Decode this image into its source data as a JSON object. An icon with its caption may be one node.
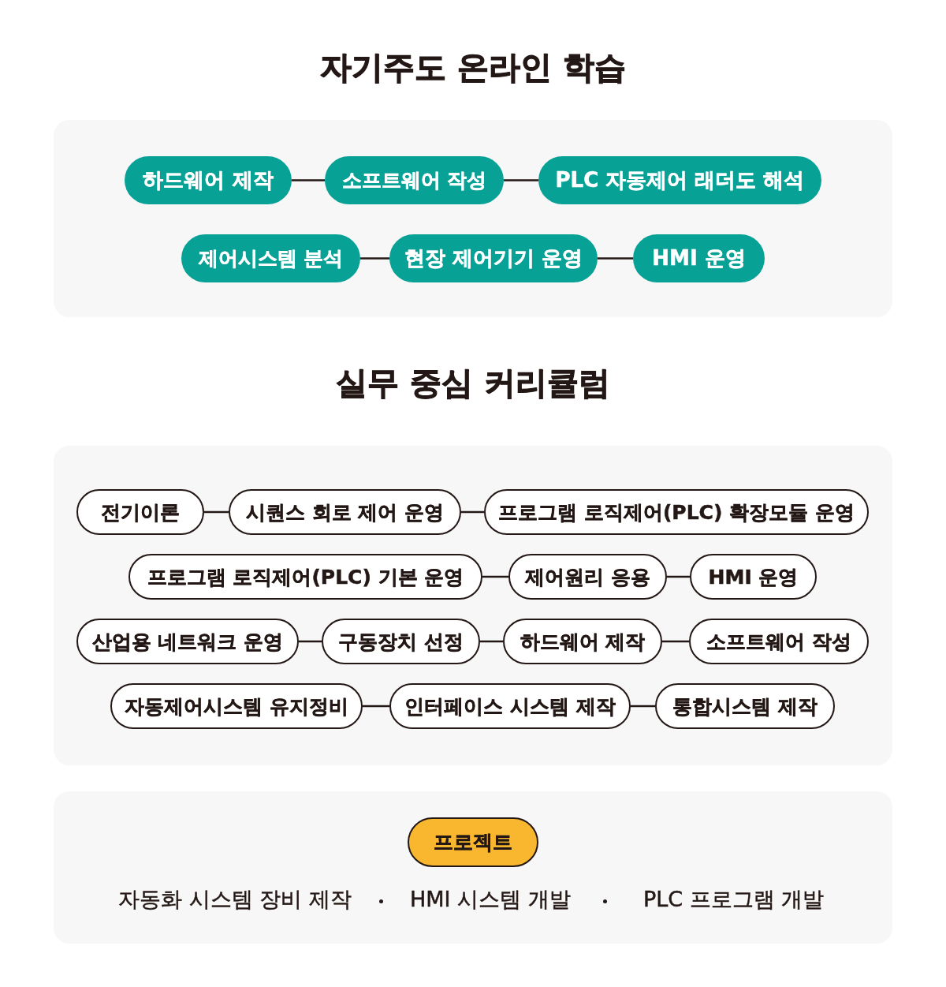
{
  "diagram": {
    "nodes": [
      {
        "text": [
          "자기주도 온라인 학습"
        ]
      },
      {
        "text": [
          "하드웨어 제작"
        ],
        "in": 0
      },
      {
        "text": [
          "소프트웨어 작성"
        ],
        "in": 0
      },
      {
        "text": [
          "PLC 자동제어 래더도 해석"
        ],
        "in": 0
      },
      {
        "text": [
          "제어시스템 분석"
        ],
        "in": 0
      },
      {
        "text": [
          "현장 제어기기 운영"
        ],
        "in": 0
      },
      {
        "text": [
          "HMI 운영"
        ],
        "in": 0
      },
      {
        "text": [
          "실무 중심 커리큘럼"
        ]
      },
      {
        "text": [
          "전기이론"
        ],
        "in": 7
      },
      {
        "text": [
          "시퀀스 회로 제어 운영"
        ],
        "in": 7
      },
      {
        "text": [
          "프로그램 로직제어(PLC) 확장모듈 운영"
        ],
        "in": 7
      },
      {
        "text": [
          "프로그램 로직제어(PLC) 기본 운영"
        ],
        "in": 7
      },
      {
        "text": [
          "제어원리 응용"
        ],
        "in": 7
      },
      {
        "text": [
          "HMI 운영"
        ],
        "in": 7
      },
      {
        "text": [
          "산업용 네트워크 운영"
        ],
        "in": 7
      },
      {
        "text": [
          "구동장치 선정"
        ],
        "in": 7
      },
      {
        "text": [
          "하드웨어 제작"
        ],
        "in": 7
      },
      {
        "text": [
          "소프트웨어 작성"
        ],
        "in": 7
      },
      {
        "text": [
          "자동제어시스템 유지정비"
        ],
        "in": 7
      },
      {
        "text": [
          "인터페이스 시스템 제작"
        ],
        "in": 7
      },
      {
        "text": [
          "통합시스템 제작"
        ],
        "in": 7
      },
      {
        "text": [
          "자동화 시스템 장비 제작",
          "HMI 시스템 개발",
          "PLC 프로그램 개발"
        ]
      },
      {
        "text": [
          "프로젝트"
        ],
        "in": 21
      }
    ],
    "edges": [
      {
        "from": 1,
        "to": 2,
        "arrow": "none"
      },
      {
        "from": 2,
        "to": 3,
        "arrow": "none"
      },
      {
        "from": 4,
        "to": 5,
        "arrow": "none"
      },
      {
        "from": 5,
        "to": 6,
        "arrow": "none"
      },
      {
        "from": 8,
        "to": 9,
        "arrow": "none"
      },
      {
        "from": 9,
        "to": 10,
        "arrow": "none"
      },
      {
        "from": 11,
        "to": 12,
        "arrow": "none"
      },
      {
        "from": 12,
        "to": 13,
        "arrow": "none"
      },
      {
        "from": 14,
        "to": 15,
        "arrow": "none"
      },
      {
        "from": 15,
        "to": 16,
        "arrow": "none"
      },
      {
        "from": 16,
        "to": 17,
        "arrow": "none"
      },
      {
        "from": 18,
        "to": 19,
        "arrow": "none"
      },
      {
        "from": 19,
        "to": 20,
        "arrow": "none"
      }
    ]
  }
}
